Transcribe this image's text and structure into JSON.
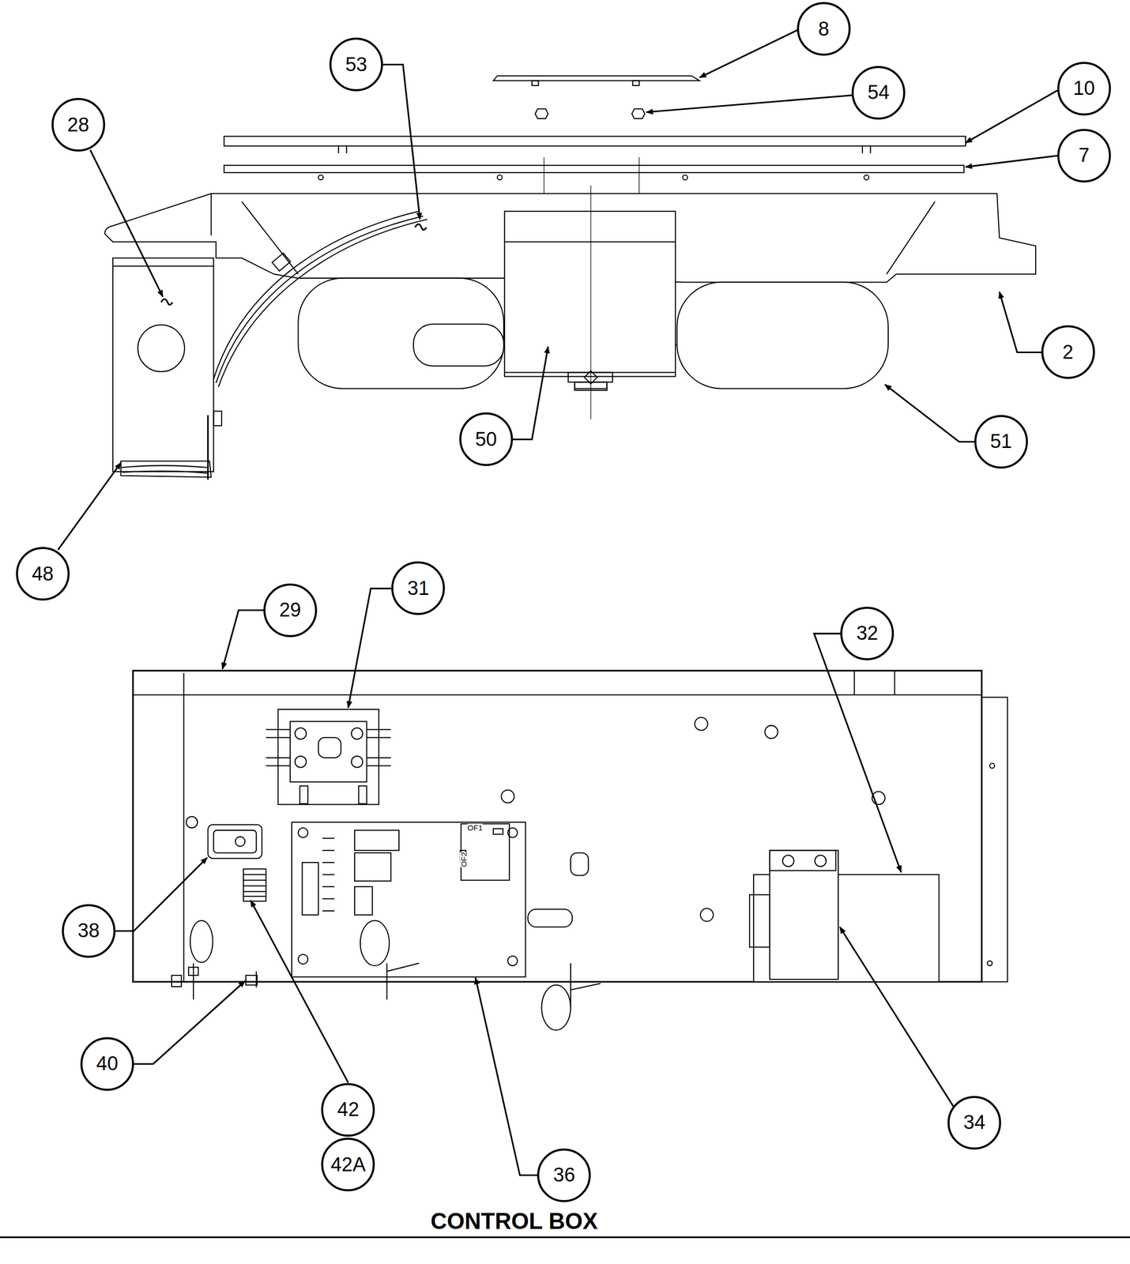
{
  "diagram": {
    "title": "CONTROL BOX",
    "nodes": [
      {
        "text": [
          "8"
        ]
      },
      {
        "text": [
          "53"
        ]
      },
      {
        "text": [
          "54"
        ]
      },
      {
        "text": [
          "28"
        ]
      },
      {
        "text": [
          "10"
        ]
      },
      {
        "text": [
          "7"
        ]
      },
      {
        "text": [
          "2"
        ]
      },
      {
        "text": [
          "50"
        ]
      },
      {
        "text": [
          "51"
        ]
      },
      {
        "text": [
          "48"
        ]
      },
      {
        "text": [
          "29"
        ]
      },
      {
        "text": [
          "31"
        ]
      },
      {
        "text": [
          "32"
        ]
      },
      {
        "text": [
          "38"
        ]
      },
      {
        "text": [
          "40"
        ]
      },
      {
        "text": [
          "42"
        ]
      },
      {
        "text": [
          "42A"
        ]
      },
      {
        "text": [
          "34"
        ]
      },
      {
        "text": [
          "36"
        ]
      }
    ],
    "labels": [
      "OF1",
      "OF2"
    ]
  }
}
